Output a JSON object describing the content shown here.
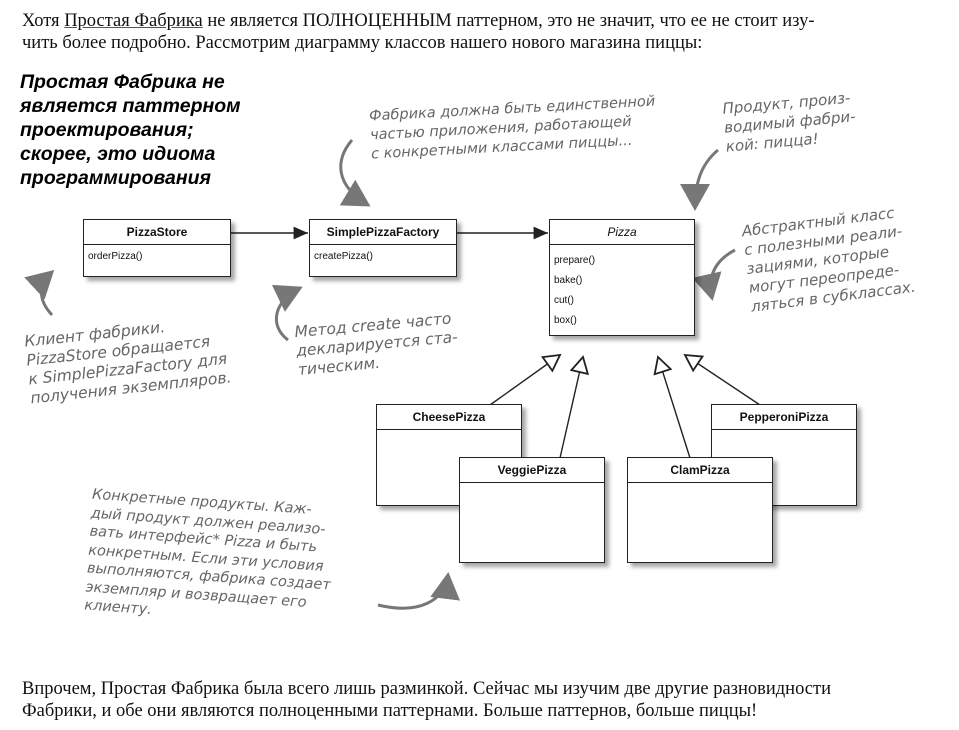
{
  "top_text": {
    "line1_a": "Хотя ",
    "line1_u": "Простая Фабрика",
    "line1_b": " не является ПОЛНОЦЕННЫМ паттерном, это не значит, что ее не стоит изу-",
    "line2": "чить более подробно. Рассмотрим диаграмму классов нашего нового магазина пиццы:"
  },
  "callout": [
    "Простая Фабрика не",
    "является паттерном",
    "проектирования;",
    "скорее, это идиома",
    "программирования"
  ],
  "classes": {
    "pizza_store": {
      "name": "PizzaStore",
      "ops": [
        "orderPizza()"
      ]
    },
    "simple_factory": {
      "name": "SimplePizzaFactory",
      "ops": [
        "createPizza()"
      ]
    },
    "pizza": {
      "name": "Pizza",
      "ops": [
        "prepare()",
        "bake()",
        "cut()",
        "box()"
      ]
    },
    "cheese": {
      "name": "CheesePizza"
    },
    "veggie": {
      "name": "VeggiePizza"
    },
    "clam": {
      "name": "ClamPizza"
    },
    "pepperoni": {
      "name": "PepperoniPizza"
    }
  },
  "notes": {
    "factory": [
      "Фабрика должна быть единственной",
      "частью приложения, работающей",
      "с конкретными классами пиццы..."
    ],
    "product": [
      "Продукт, произ-",
      "водимый фабри-",
      "кой: пицца!"
    ],
    "abstract": [
      "Абстрактный класс",
      "с полезными реали-",
      "зациями, которые",
      "могут переопреде-",
      "ляться в субклассах."
    ],
    "client": [
      "Клиент фабрики.",
      "PizzaStore обращается",
      "к SimplePizzaFactory для",
      "получения экземпляров."
    ],
    "method": [
      "Метод create часто",
      "декларируется ста-",
      "тическим."
    ],
    "concrete": [
      "Конкретные продукты. Каж-",
      "дый продукт должен реализо-",
      "вать интерфейс* Pizza и быть",
      "конкретным. Если эти условия",
      "выполняются, фабрика создает",
      "экземпляр и возвращает его",
      "клиенту."
    ]
  },
  "bottom_text": {
    "line1": "Впрочем, Простая Фабрика была всего лишь разминкой. Сейчас мы изучим две другие разновидности",
    "line2": "Фабрики, и обе они являются полноценными паттернами. Больше паттернов, больше пиццы!"
  }
}
